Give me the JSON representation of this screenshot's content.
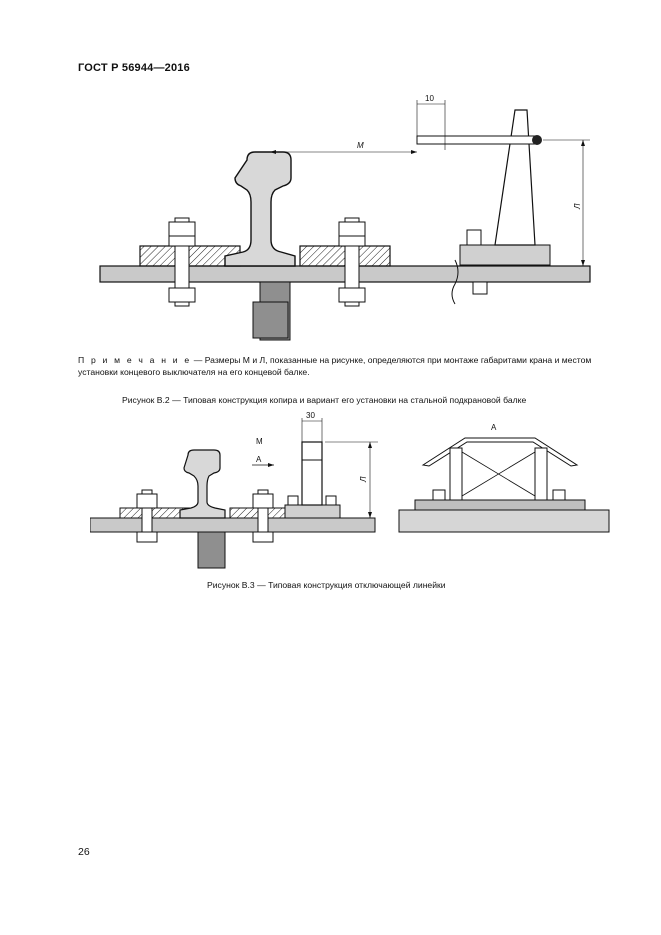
{
  "header": {
    "title": "ГОСТ Р 56944—2016"
  },
  "figure_b2": {
    "dim_top": "10",
    "dim_m": "М",
    "dim_l": "Л",
    "note_prefix": "П р и м е ч а н и е",
    "note_text": " — Размеры М и Л, показанные на рисунке, определяются при монтаже габаритами крана и местом установки концевого выключателя на его концевой балке.",
    "caption": "Рисунок В.2 — Типовая конструкция копира и вариант его установки на стальной подкрановой балке"
  },
  "figure_b3": {
    "dim_width": "30",
    "dim_m": "М",
    "dim_a_left": "А",
    "dim_l": "Л",
    "view_label": "А",
    "caption": "Рисунок В.3 — Типовая конструкция отключающей линейки"
  },
  "footer": {
    "page_number": "26"
  }
}
